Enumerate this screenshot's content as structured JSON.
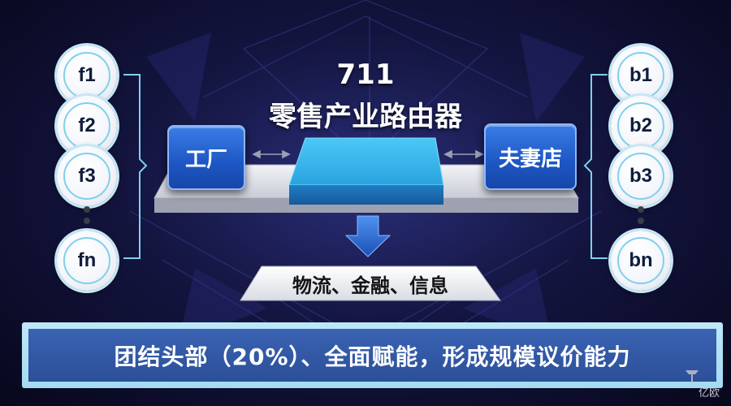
{
  "diagram": {
    "title_number": "711",
    "title": "零售产业路由器",
    "left_box_label": "工厂",
    "right_box_label": "夫妻店",
    "bottom_label": "物流、金融、信息",
    "banner_text": "团结头部（20%）、全面赋能，形成规模议价能力",
    "left_nodes": [
      "f1",
      "f2",
      "f3",
      "fn"
    ],
    "right_nodes": [
      "b1",
      "b2",
      "b3",
      "bn"
    ]
  },
  "watermark": {
    "text": "亿欧"
  },
  "colors": {
    "background": "#141540",
    "box_blue": "#1d56c4",
    "router_cyan": "#3fb4e8",
    "arrow_blue": "#2d6fd8",
    "banner": "#2c4f98",
    "connector": "#7fd0ec"
  }
}
